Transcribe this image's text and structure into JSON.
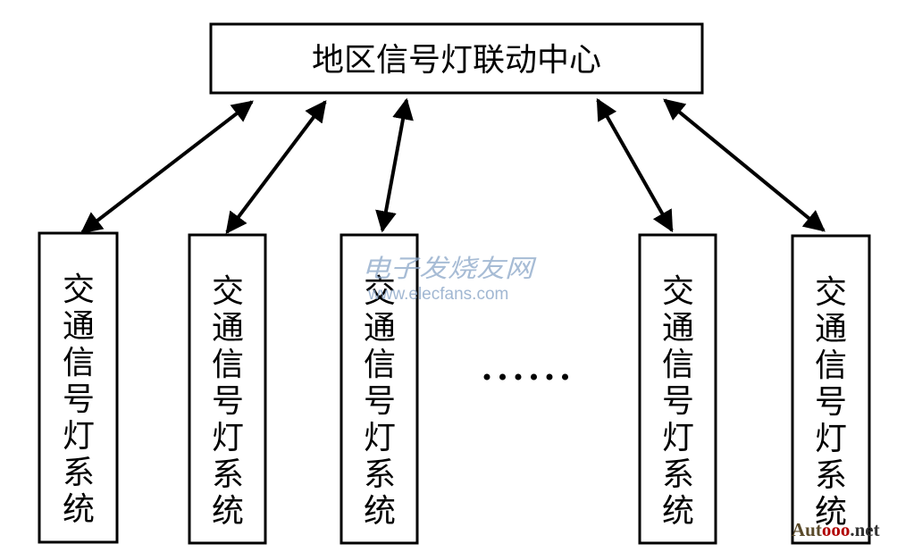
{
  "center": {
    "label": "地区信号灯联动中心"
  },
  "systems": [
    {
      "label": "交通信号灯系统"
    },
    {
      "label": "交通信号灯系统"
    },
    {
      "label": "交通信号灯系统"
    },
    {
      "label": "交通信号灯系统"
    },
    {
      "label": "交通信号灯系统"
    }
  ],
  "connections": {
    "type": "bidirectional-arrow",
    "count": 5
  },
  "ellipsis": {
    "dots": 6
  },
  "watermark": {
    "text_cn": "电子发烧友网",
    "url": "www.elecfans.com"
  },
  "brand": {
    "prefix": "Aut",
    "middle": "ooo",
    "suffix": ".net"
  },
  "colors": {
    "stroke": "#000000",
    "background": "#ffffff",
    "watermark": "#8aa6c8",
    "brand_accent": "#b00000"
  }
}
